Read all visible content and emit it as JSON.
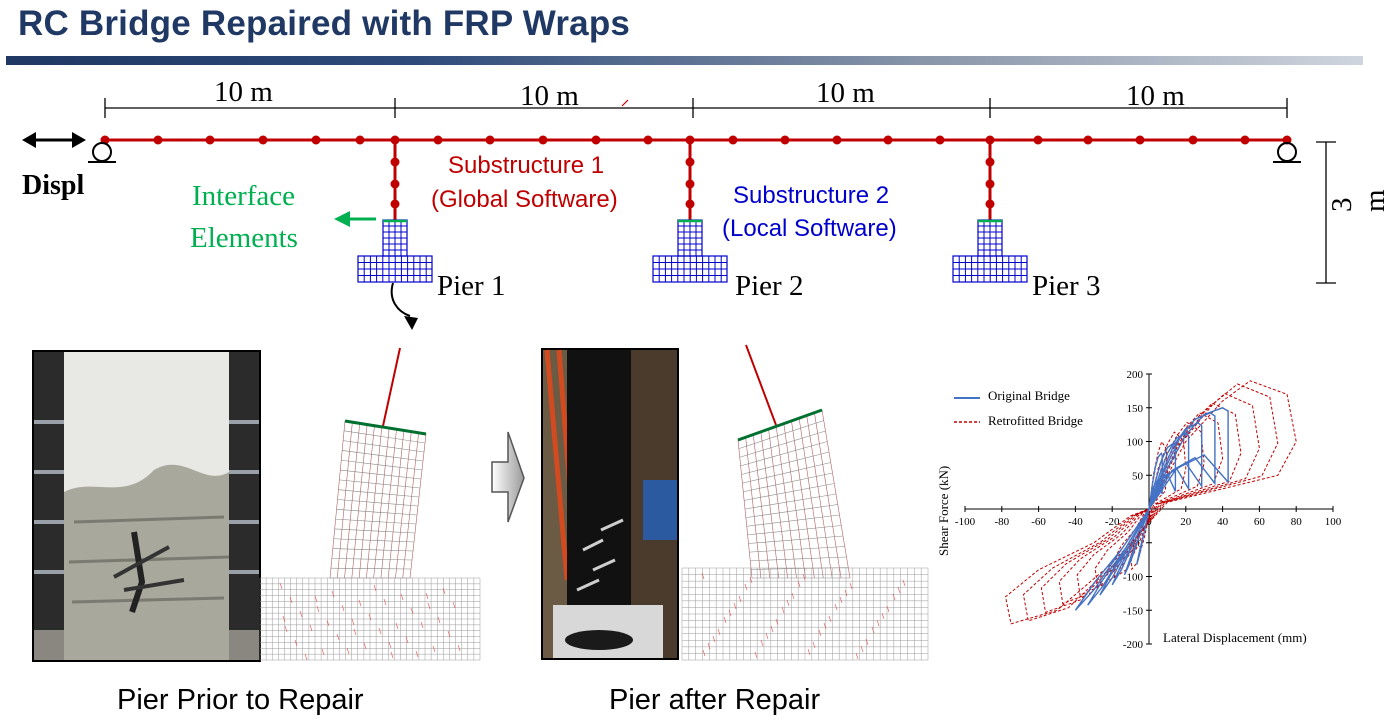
{
  "title": "RC Bridge Repaired with FRP Wraps",
  "spans": [
    "10 m",
    "10 m",
    "10 m",
    "10 m"
  ],
  "height_label": "3 m",
  "displ_label": "Displ",
  "interface": {
    "line1": "Interface",
    "line2": "Elements"
  },
  "substructure1": {
    "line1": "Substructure 1",
    "line2": "(Global Software)"
  },
  "substructure2": {
    "line1": "Substructure 2",
    "line2": "(Local Software)"
  },
  "piers": [
    "Pier 1",
    "Pier 2",
    "Pier 3"
  ],
  "captions": {
    "before": "Pier Prior to Repair",
    "after": "Pier after Repair"
  },
  "colors": {
    "title": "#1f3864",
    "frame": "#c00000",
    "green": "#00b050",
    "blue": "#0000cc"
  },
  "chart_data": {
    "type": "line",
    "xlabel": "Lateral Displacement (mm)",
    "ylabel": "Shear Force (kN)",
    "xlim": [
      -100,
      100
    ],
    "ylim": [
      -200,
      200
    ],
    "xticks": [
      "-100",
      "-80",
      "-60",
      "-40",
      "-20",
      "0",
      "20",
      "40",
      "60",
      "80",
      "100"
    ],
    "yticks": [
      "200",
      "150",
      "100",
      "50",
      "0",
      "-50",
      "-100",
      "-150",
      "-200"
    ],
    "legend_position": "top-left",
    "series": [
      {
        "name": "Original Bridge",
        "color": "#4472c4",
        "style": "solid",
        "x": [
          0,
          10,
          20,
          30,
          40,
          43,
          43,
          30,
          15,
          0,
          -15,
          -30,
          -40,
          -30,
          -15,
          0
        ],
        "y": [
          0,
          60,
          110,
          140,
          150,
          145,
          40,
          80,
          60,
          0,
          -60,
          -110,
          -150,
          -120,
          -60,
          0
        ]
      },
      {
        "name": "Retrofitted Bridge",
        "color": "#c00000",
        "style": "dashed",
        "x": [
          0,
          20,
          40,
          55,
          75,
          80,
          70,
          40,
          10,
          -20,
          -50,
          -75,
          -78,
          -60,
          -30,
          -10,
          0
        ],
        "y": [
          0,
          100,
          160,
          190,
          170,
          100,
          50,
          30,
          10,
          -80,
          -150,
          -170,
          -130,
          -90,
          -50,
          -10,
          0
        ]
      }
    ]
  }
}
